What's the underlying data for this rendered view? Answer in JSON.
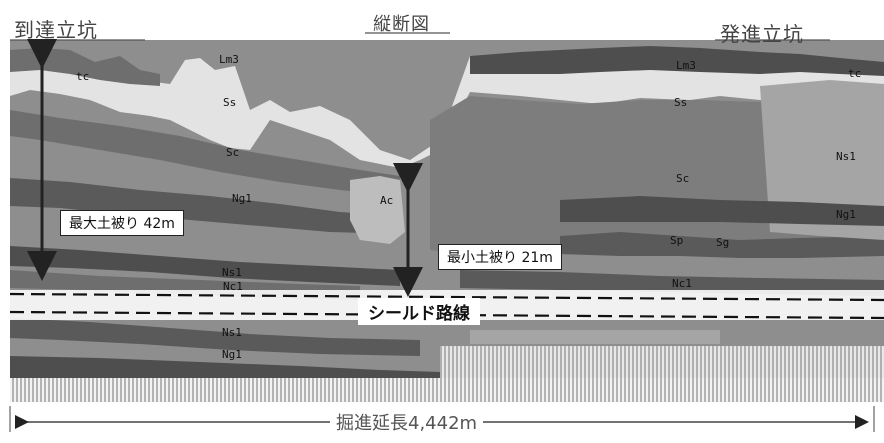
{
  "header": {
    "left_title": "到達立坑",
    "center_title": "縦断図",
    "right_title": "発進立坑"
  },
  "strata_labels": {
    "lm3_left": "Lm3",
    "tc_left": "tc",
    "ss_left": "Ss",
    "sc_left": "Sc",
    "ng1_left_upper": "Ng1",
    "ac_mid": "Ac",
    "ns1_left_upper": "Ns1",
    "nc1_left": "Nc1",
    "ns1_left_lower": "Ns1",
    "ng1_left_lower": "Ng1",
    "lm3_right": "Lm3",
    "tc_right": "tc",
    "ss_right": "Ss",
    "sc_right": "Sc",
    "ns1_right": "Ns1",
    "ng1_right": "Ng1",
    "sp_right": "Sp",
    "sg_right": "Sg",
    "nc1_right": "Nc1"
  },
  "callouts": {
    "max_cover": "最大土被り 42m",
    "min_cover": "最小土被り 21m",
    "route": "シールド路線"
  },
  "footer": {
    "total_length": "掘進延長4,442m"
  },
  "colors": {
    "light_gray": "#d9d9d9",
    "mid_gray": "#9a9a9a",
    "dark_gray": "#6e6e6e",
    "darker_gray": "#4e4e4e",
    "line": "#111111"
  }
}
